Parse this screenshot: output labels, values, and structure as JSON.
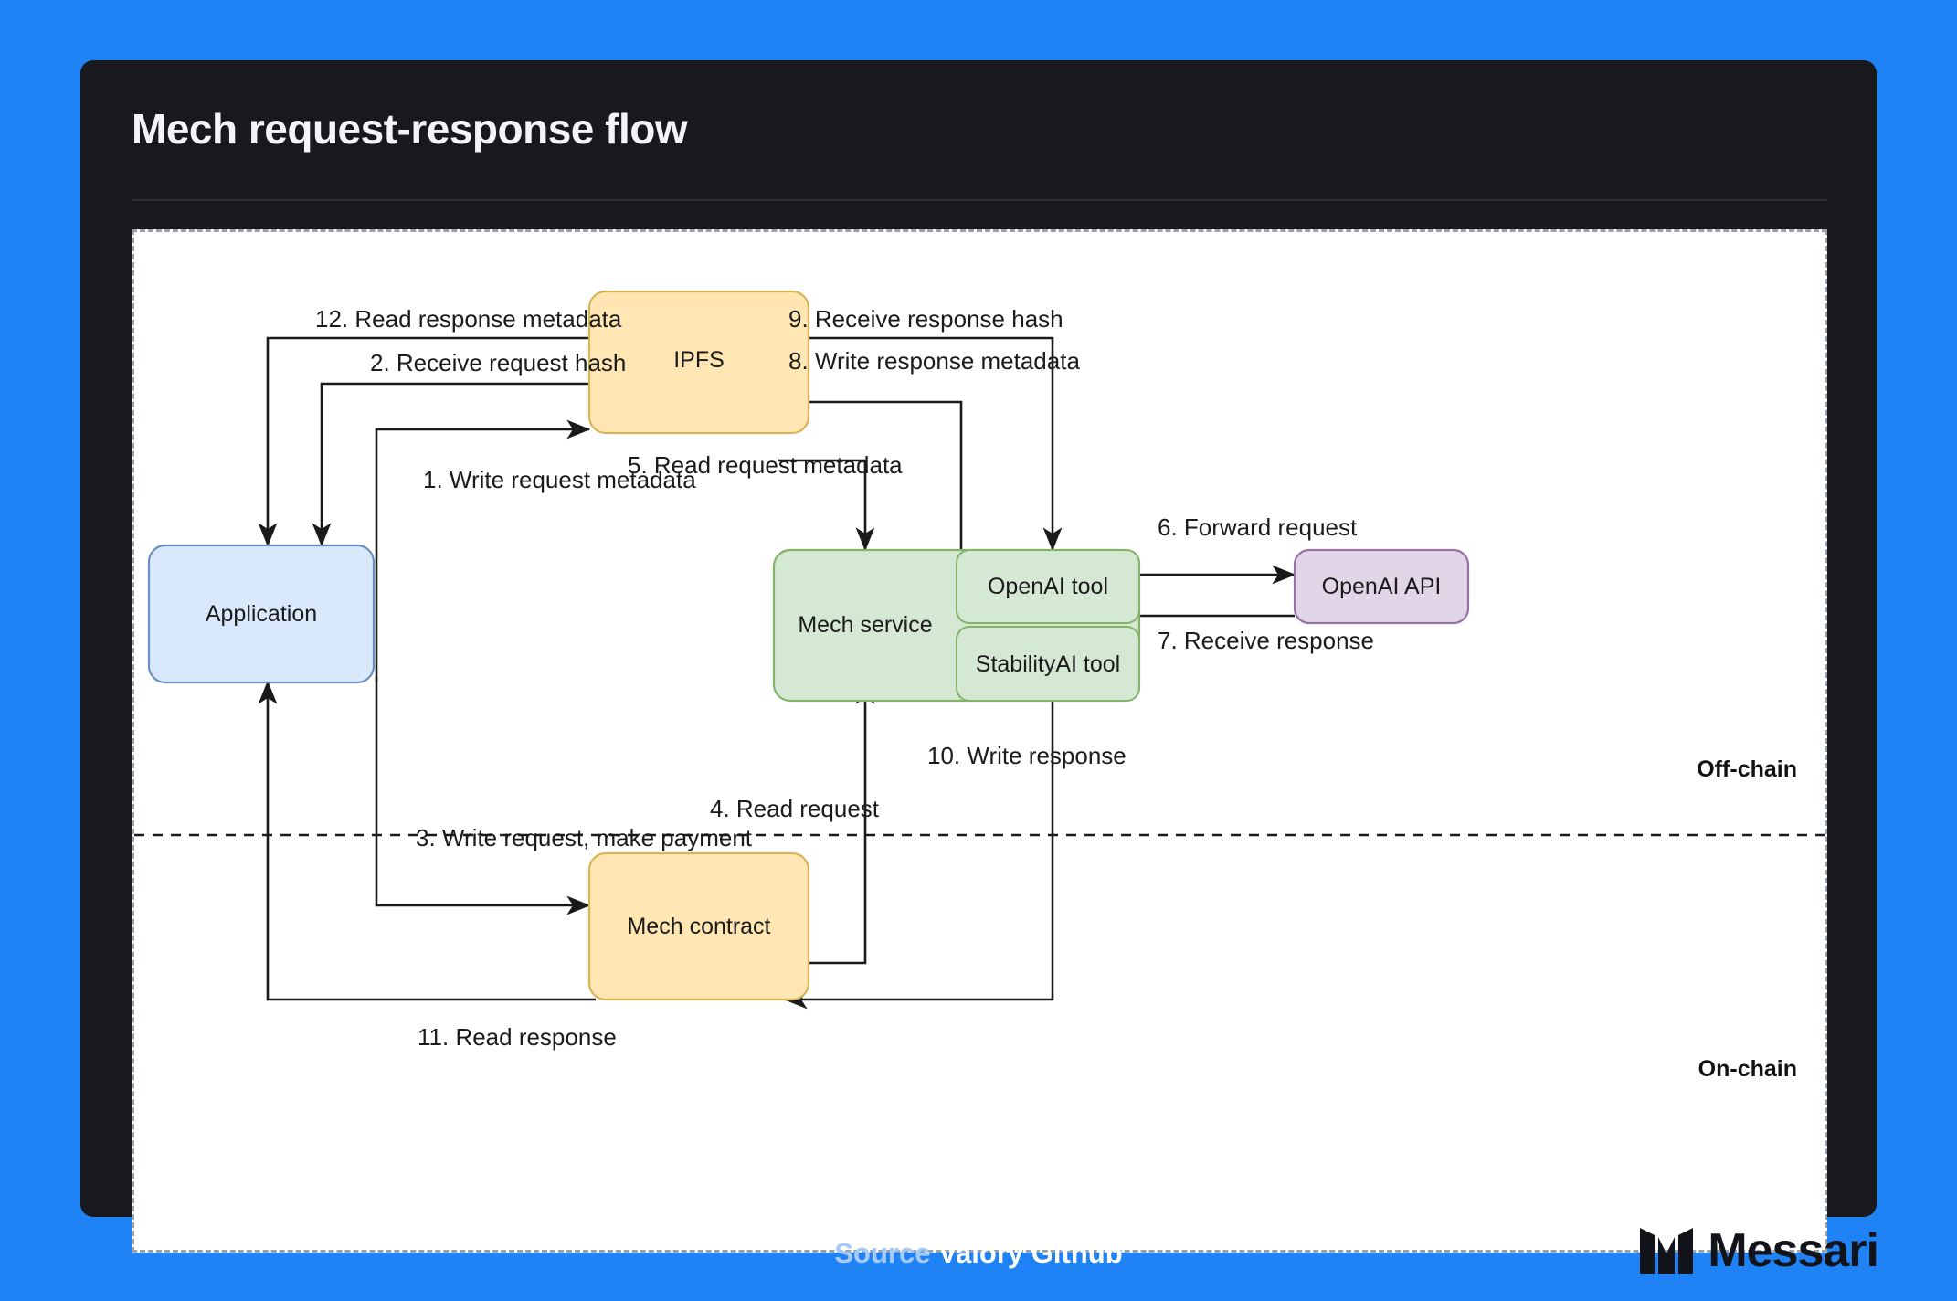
{
  "header": {
    "title": "Mech request-response flow"
  },
  "footer": {
    "source_label": "Source",
    "source_value": "Valory Github",
    "brand": "Messari",
    "brand_icon": "messari-logo-icon"
  },
  "colors": {
    "background": "#2083f5",
    "card": "#17191c",
    "canvas": "#ffffff",
    "node_blue_fill": "#dae8fc",
    "node_blue_stroke": "#6c8ebf",
    "node_yellow_fill": "#ffe6b3",
    "node_yellow_stroke": "#d6b656",
    "node_green_fill": "#d5e8d4",
    "node_green_stroke": "#82b366",
    "node_purple_fill": "#e1d5e7",
    "node_purple_stroke": "#9673a6",
    "edge": "#1a1a1a"
  },
  "diagram": {
    "zones": [
      {
        "id": "off-chain",
        "label": "Off-chain"
      },
      {
        "id": "on-chain",
        "label": "On-chain"
      }
    ],
    "nodes": [
      {
        "id": "application",
        "label": "Application",
        "color": "blue"
      },
      {
        "id": "ipfs",
        "label": "IPFS",
        "color": "yellow"
      },
      {
        "id": "mech-service",
        "label": "Mech service",
        "color": "green"
      },
      {
        "id": "openai-tool",
        "label": "OpenAI tool",
        "color": "green"
      },
      {
        "id": "stabilityai-tool",
        "label": "StabilityAI tool",
        "color": "green"
      },
      {
        "id": "openai-api",
        "label": "OpenAI API",
        "color": "purple"
      },
      {
        "id": "mech-contract",
        "label": "Mech contract",
        "color": "yellow"
      }
    ],
    "edges": [
      {
        "step": 1,
        "label": "1. Write request metadata",
        "from": "application",
        "to": "ipfs"
      },
      {
        "step": 2,
        "label": "2. Receive request hash",
        "from": "ipfs",
        "to": "application"
      },
      {
        "step": 3,
        "label": "3. Write request, make payment",
        "from": "application",
        "to": "mech-contract"
      },
      {
        "step": 4,
        "label": "4. Read request",
        "from": "mech-contract",
        "to": "mech-service"
      },
      {
        "step": 5,
        "label": "5. Read request metadata",
        "from": "ipfs",
        "to": "mech-service"
      },
      {
        "step": 6,
        "label": "6. Forward request",
        "from": "openai-tool",
        "to": "openai-api"
      },
      {
        "step": 7,
        "label": "7. Receive response",
        "from": "openai-api",
        "to": "openai-tool"
      },
      {
        "step": 8,
        "label": "8. Write response metadata",
        "from": "mech-service",
        "to": "ipfs"
      },
      {
        "step": 9,
        "label": "9. Receive response hash",
        "from": "ipfs",
        "to": "mech-service"
      },
      {
        "step": 10,
        "label": "10. Write response",
        "from": "mech-service",
        "to": "mech-contract"
      },
      {
        "step": 11,
        "label": "11. Read response",
        "from": "mech-contract",
        "to": "application"
      },
      {
        "step": 12,
        "label": "12. Read response metadata",
        "from": "ipfs",
        "to": "application"
      }
    ]
  }
}
